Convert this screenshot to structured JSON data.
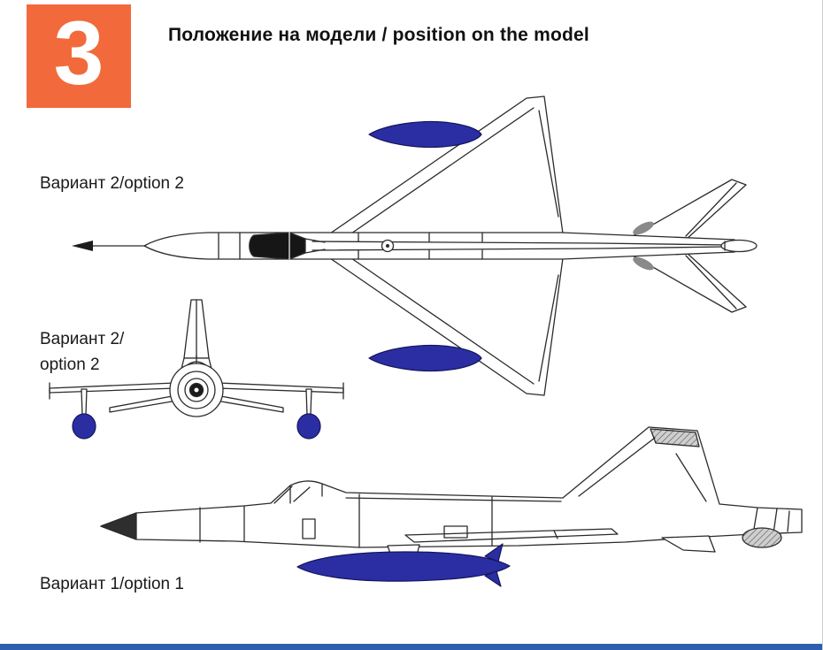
{
  "page": {
    "step_number": "3",
    "title": "Положение на модели / position on the model"
  },
  "labels": {
    "top_view": "Вариант 2/option 2",
    "front_view_line1": "Вариант 2/",
    "front_view_line2": "option 2",
    "side_view": "Вариант 1/option 1"
  },
  "colors": {
    "accent_orange": "#F26A3C",
    "highlight_blue": "#2B2EA3",
    "footer_blue": "#2D5FAE",
    "line": "#2B2B2B"
  }
}
